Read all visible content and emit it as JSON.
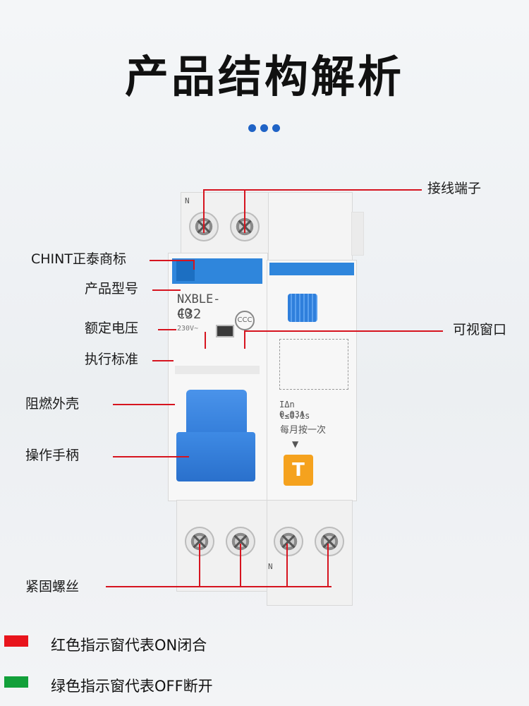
{
  "title": "产品结构解析",
  "labels": {
    "terminal": "接线端子",
    "brand": "CHINT正泰商标",
    "model": "产品型号",
    "voltage": "额定电压",
    "window": "可视窗口",
    "standard": "执行标准",
    "shell": "阻燃外壳",
    "handle": "操作手柄",
    "screws": "紧固螺丝"
  },
  "device": {
    "model": "NXBLE-40",
    "rating": "C32",
    "voltage": "230V~",
    "current": "IΔn 0.03A",
    "time": "t≤0.1s",
    "monthly": "每月按一次",
    "test_btn": "T",
    "term_n_top": "N",
    "term_n_bottom": "N"
  },
  "legend": [
    {
      "color": "#e8141c",
      "text": "红色指示窗代表ON闭合"
    },
    {
      "color": "#12a03a",
      "text": "绿色指示窗代表OFF断开"
    }
  ],
  "colors": {
    "accent": "#1f63c6",
    "line": "#d6141f",
    "handle": "#3b86e6",
    "test": "#f5a21e"
  }
}
